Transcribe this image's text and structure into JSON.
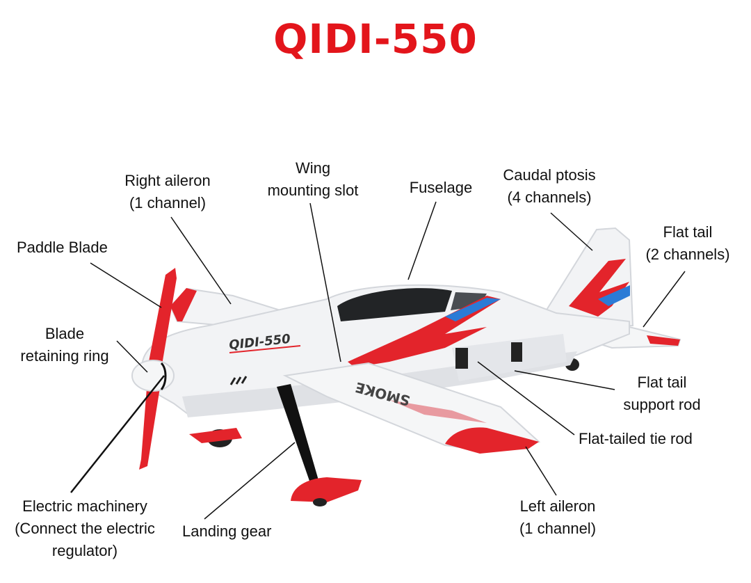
{
  "title": "QIDI-550",
  "fuselage_decal": "QIDI-550",
  "wing_decal": "SMOKE",
  "colors": {
    "title": "#e3151b",
    "accent_red": "#e3242b",
    "accent_blue": "#2b7bd6",
    "body_white": "#f2f3f5",
    "shadow": "#d3d6db",
    "canopy": "#222426",
    "line": "#111111"
  },
  "labels": {
    "right_aileron": [
      "Right aileron",
      "(1 channel)"
    ],
    "wing_slot": [
      "Wing",
      "mounting slot"
    ],
    "fuselage": [
      "Fuselage"
    ],
    "caudal": [
      "Caudal ptosis",
      "(4 channels)"
    ],
    "flat_tail": [
      "Flat tail",
      "(2 channels)"
    ],
    "paddle": [
      "Paddle Blade"
    ],
    "blade_ring": [
      "Blade",
      "retaining ring"
    ],
    "support_rod": [
      "Flat tail",
      "support rod"
    ],
    "tie_rod": [
      "Flat-tailed tie rod"
    ],
    "motor": [
      "Electric machinery",
      "(Connect the electric",
      "regulator)"
    ],
    "landing_gear": [
      "Landing gear"
    ],
    "left_aileron": [
      "Left aileron",
      "(1 channel)"
    ]
  }
}
